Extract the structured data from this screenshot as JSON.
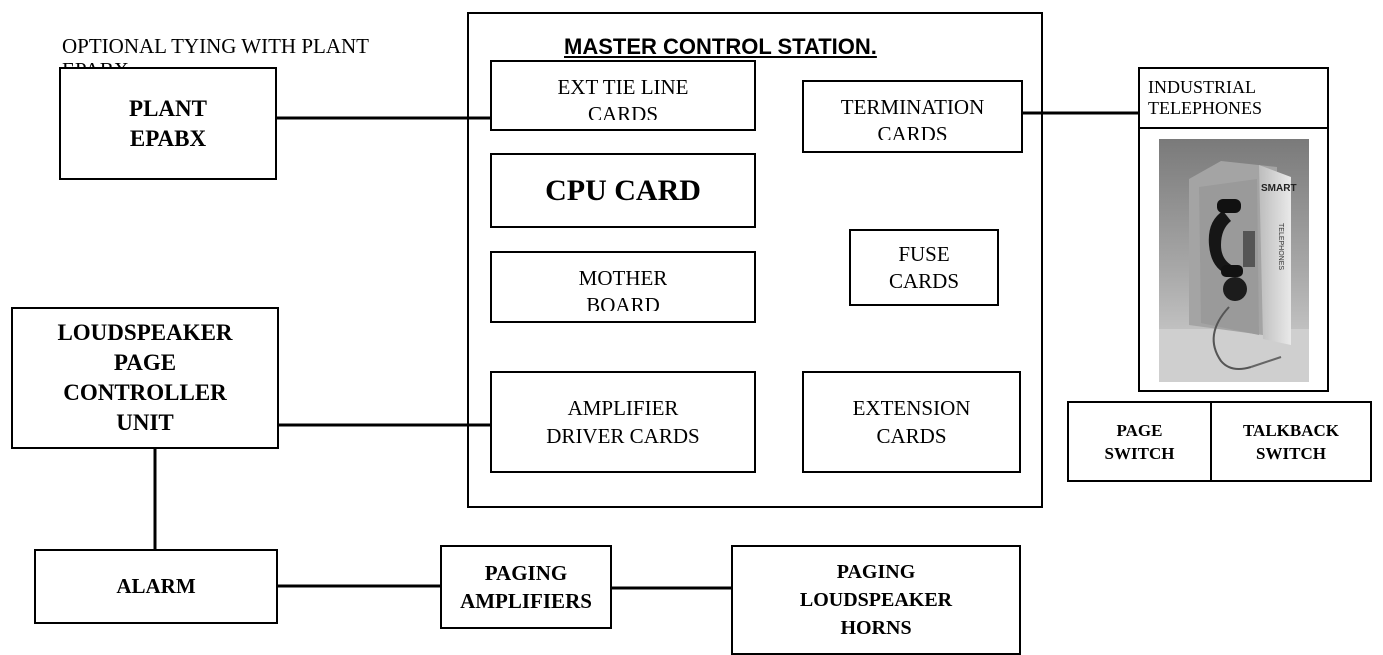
{
  "diagram": {
    "optional_note": "OPTIONAL TYING WITH PLANT\nEPABX",
    "master_title": "MASTER CONTROL STATION.",
    "boxes": {
      "plant_epabx": "PLANT\nEPABX",
      "loudspeaker_controller": "LOUDSPEAKER\nPAGE\nCONTROLLER\nUNIT",
      "alarm": "ALARM",
      "paging_amplifiers": "PAGING\nAMPLIFIERS",
      "paging_horns": "PAGING\nLOUDSPEAKER\nHORNS",
      "ext_tie_line": "EXT TIE LINE\nCARDS",
      "cpu_card": "CPU CARD",
      "mother_board": "MOTHER\nBOARD",
      "amplifier_driver": "AMPLIFIER\nDRIVER CARDS",
      "termination_cards": "TERMINATION\nCARDS",
      "fuse_cards": "FUSE\nCARDS",
      "extension_cards": "EXTENSION\nCARDS",
      "industrial_telephones": "INDUSTRIAL\nTELEPHONES",
      "page_switch": "PAGE\nSWITCH",
      "talkback_switch": "TALKBACK\nSWITCH"
    },
    "telephone_image": {
      "brand": "SMART",
      "panel_text": "TELEPHONES"
    }
  }
}
